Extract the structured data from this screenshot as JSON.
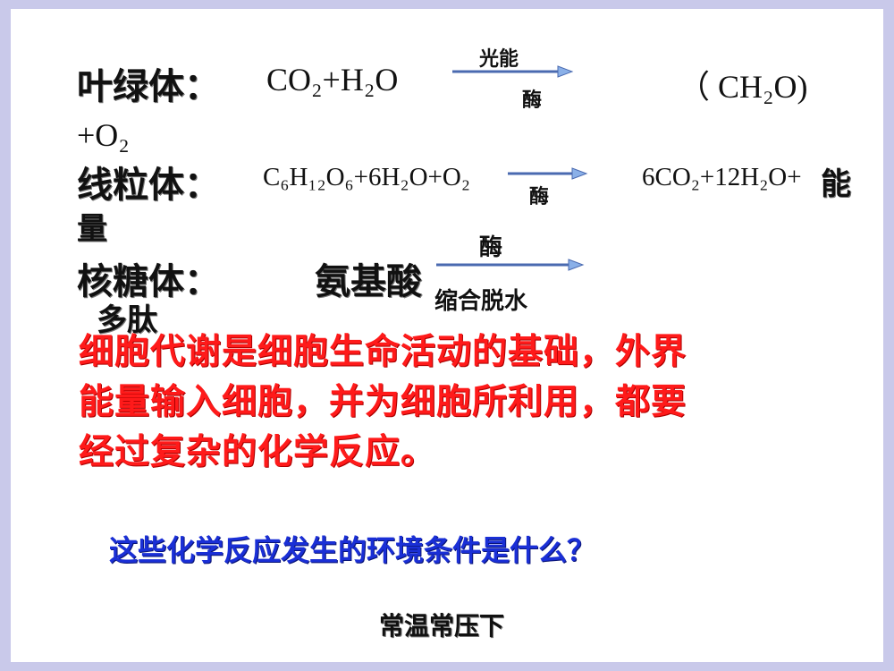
{
  "chloroplast": {
    "label": "叶绿体：",
    "reactants": "CO₂+H₂O",
    "arrow_top": "光能",
    "arrow_bottom": "酶",
    "product": "（ CH₂O)",
    "extra": "+O₂"
  },
  "mitochondria": {
    "label": "线粒体：",
    "reactants": "C₆H₁₂O₆+6H₂O+O₂",
    "arrow_bottom": "酶",
    "product": "6CO₂+12H₂O+",
    "energy_part1": "能",
    "energy_part2": "量"
  },
  "ribosome": {
    "label": "核糖体：",
    "reactant": "氨基酸",
    "arrow_top": "酶",
    "arrow_bottom": "缩合脱水",
    "product": "多肽"
  },
  "statement": {
    "line1": "细胞代谢是细胞生命活动的基础，外界",
    "line2": "能量输入细胞，并为细胞所利用，都要",
    "line3": "经过复杂的化学反应。"
  },
  "question": "这些化学反应发生的环境条件是什么？",
  "answer": "常温常压下",
  "colors": {
    "background": "#c9c9ea",
    "statement": "#ff1a1a",
    "question": "#1a2fd6"
  }
}
